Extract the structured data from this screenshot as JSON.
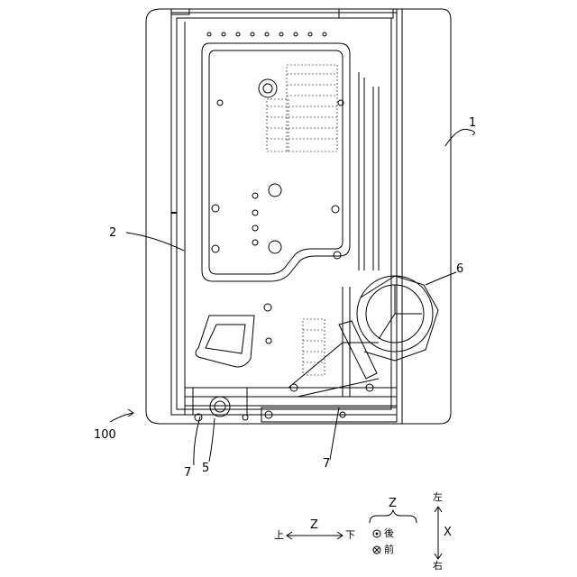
{
  "labels": {
    "ref_1": "1",
    "ref_2": "2",
    "ref_5": "5",
    "ref_6": "6",
    "ref_7a": "7",
    "ref_7b": "7",
    "ref_100": "100"
  },
  "legend": {
    "z_axis_label": "Z",
    "z_up": "上",
    "z_down": "下",
    "z_group_label": "Z",
    "z_back": "後",
    "z_front": "前",
    "x_axis_label": "X",
    "x_left": "左",
    "x_right": "右"
  }
}
